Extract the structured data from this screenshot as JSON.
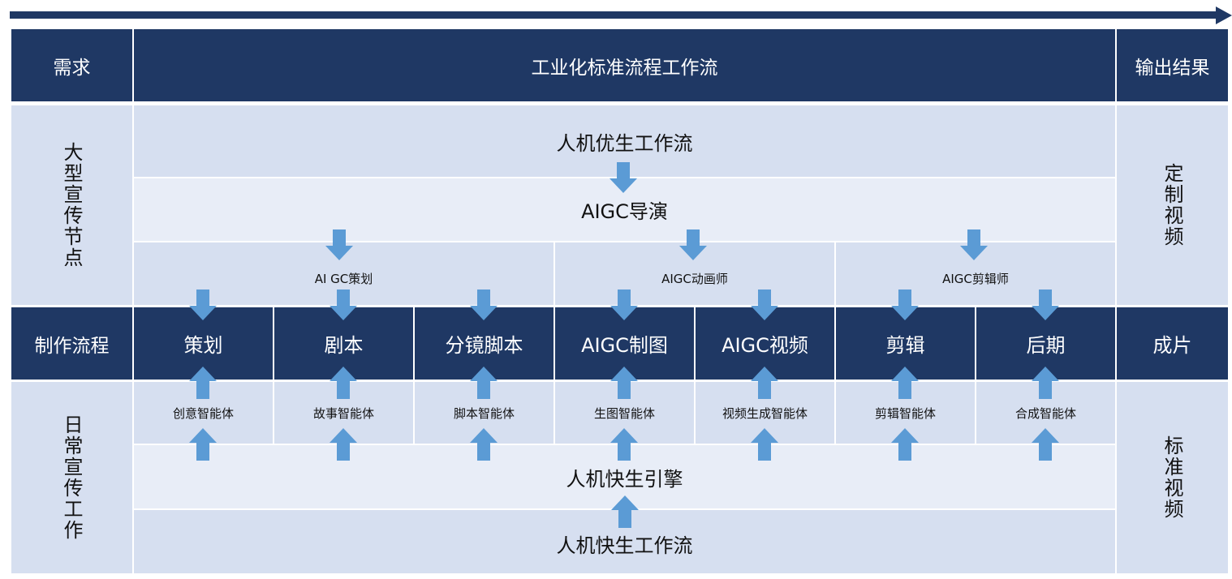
{
  "header": {
    "demand": "需求",
    "workflow": "工业化标准流程工作流",
    "output": "输出结果"
  },
  "top": {
    "left_label": "大型宣传节点",
    "row1": "人机优生工作流",
    "row2": "AIGC导演",
    "roles": [
      "AI GC策划",
      "AIGC动画师",
      "AIGC剪辑师"
    ],
    "output": "定制视频"
  },
  "middle": {
    "left_label": "制作流程",
    "steps": [
      "策划",
      "剧本",
      "分镜脚本",
      "AIGC制图",
      "AIGC视频",
      "剪辑",
      "后期"
    ],
    "output": "成片"
  },
  "bottom": {
    "left_label": "日常宣传工作",
    "agents": [
      "创意智能体",
      "故事智能体",
      "脚本智能体",
      "生图智能体",
      "视频生成智能体",
      "剪辑智能体",
      "合成智能体"
    ],
    "row1": "人机快生引擎",
    "row2": "人机快生工作流",
    "output": "标准视频"
  },
  "colors": {
    "dark_navy": "#1f3864",
    "light_blue": "#d6dff0",
    "arrow_blue": "#5b9bd5"
  }
}
